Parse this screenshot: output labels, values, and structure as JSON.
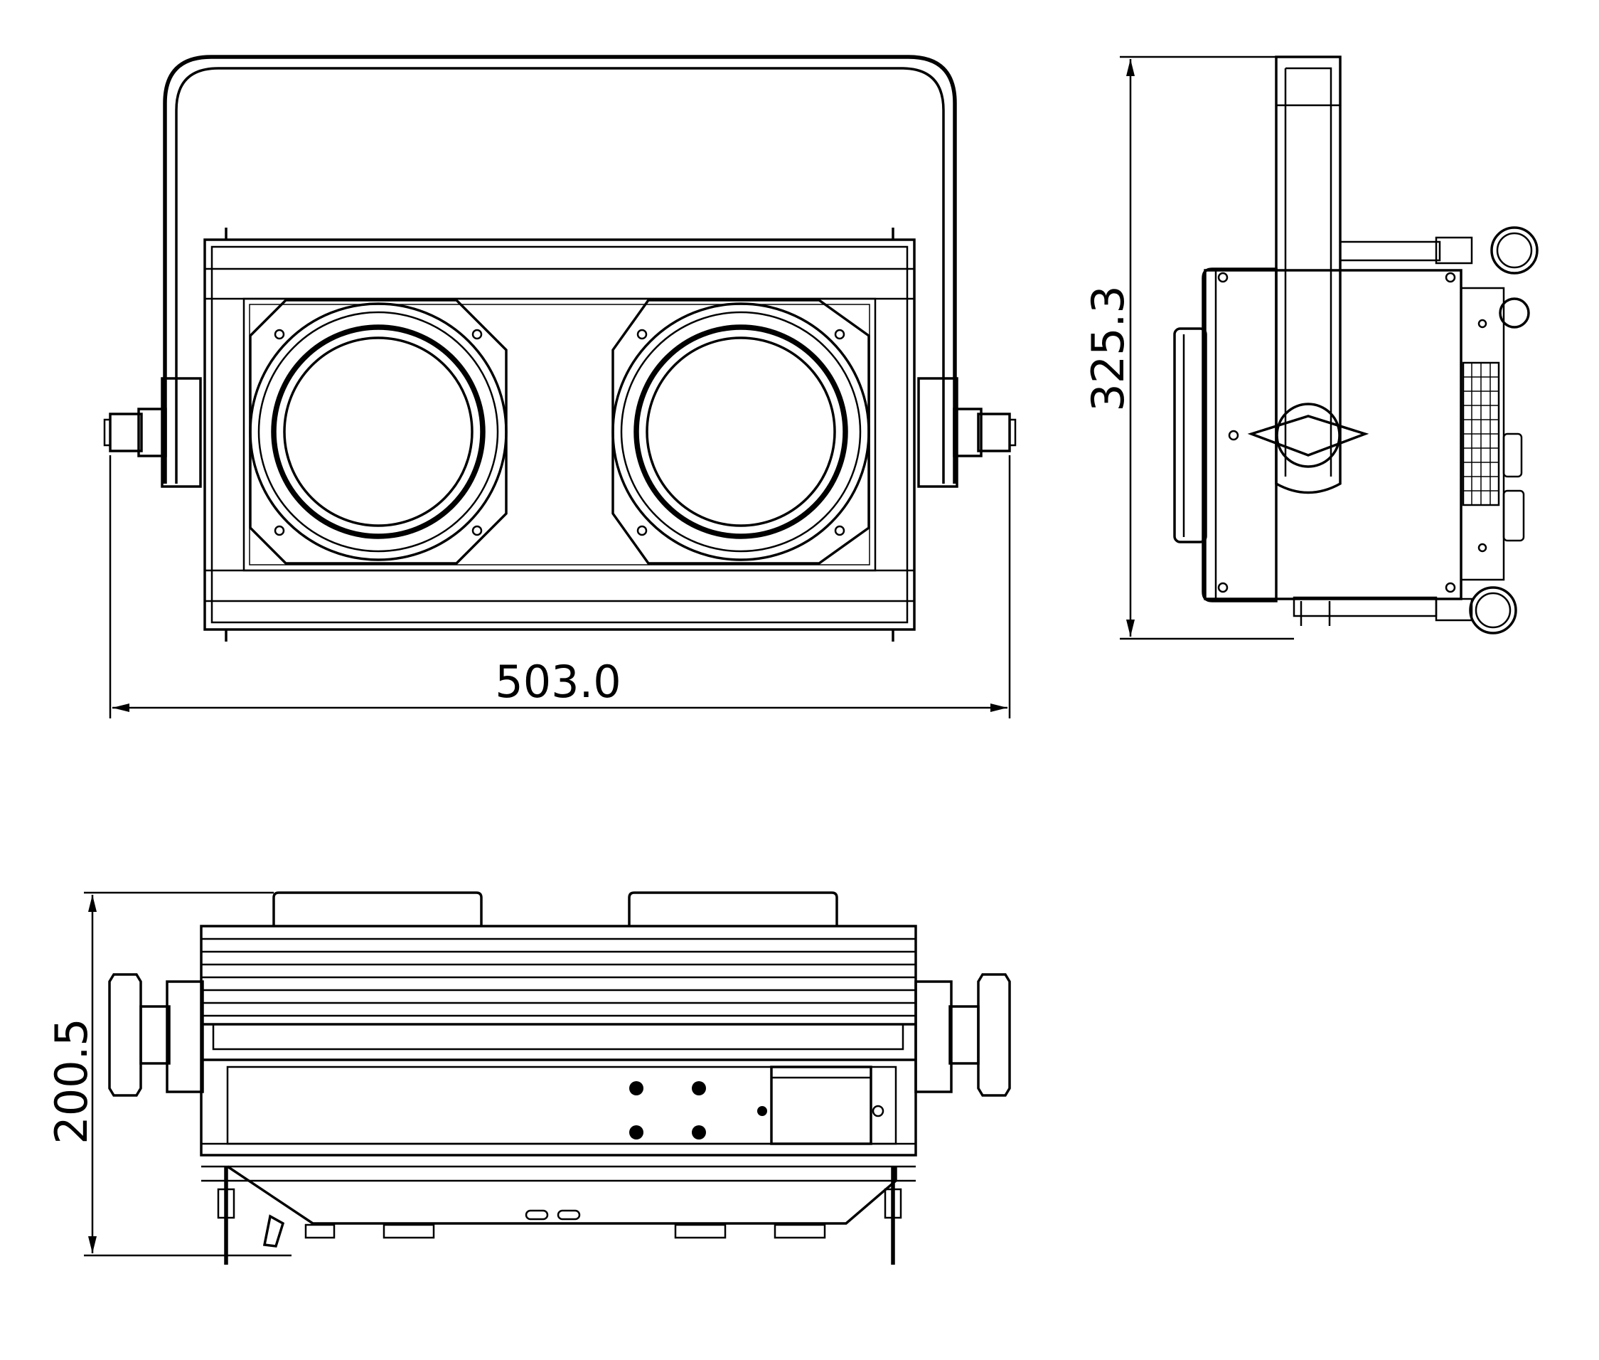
{
  "dimensions": {
    "width": "503.0",
    "height": "325.3",
    "depth": "200.5"
  },
  "colors": {
    "line": "#000000",
    "background": "#ffffff"
  }
}
